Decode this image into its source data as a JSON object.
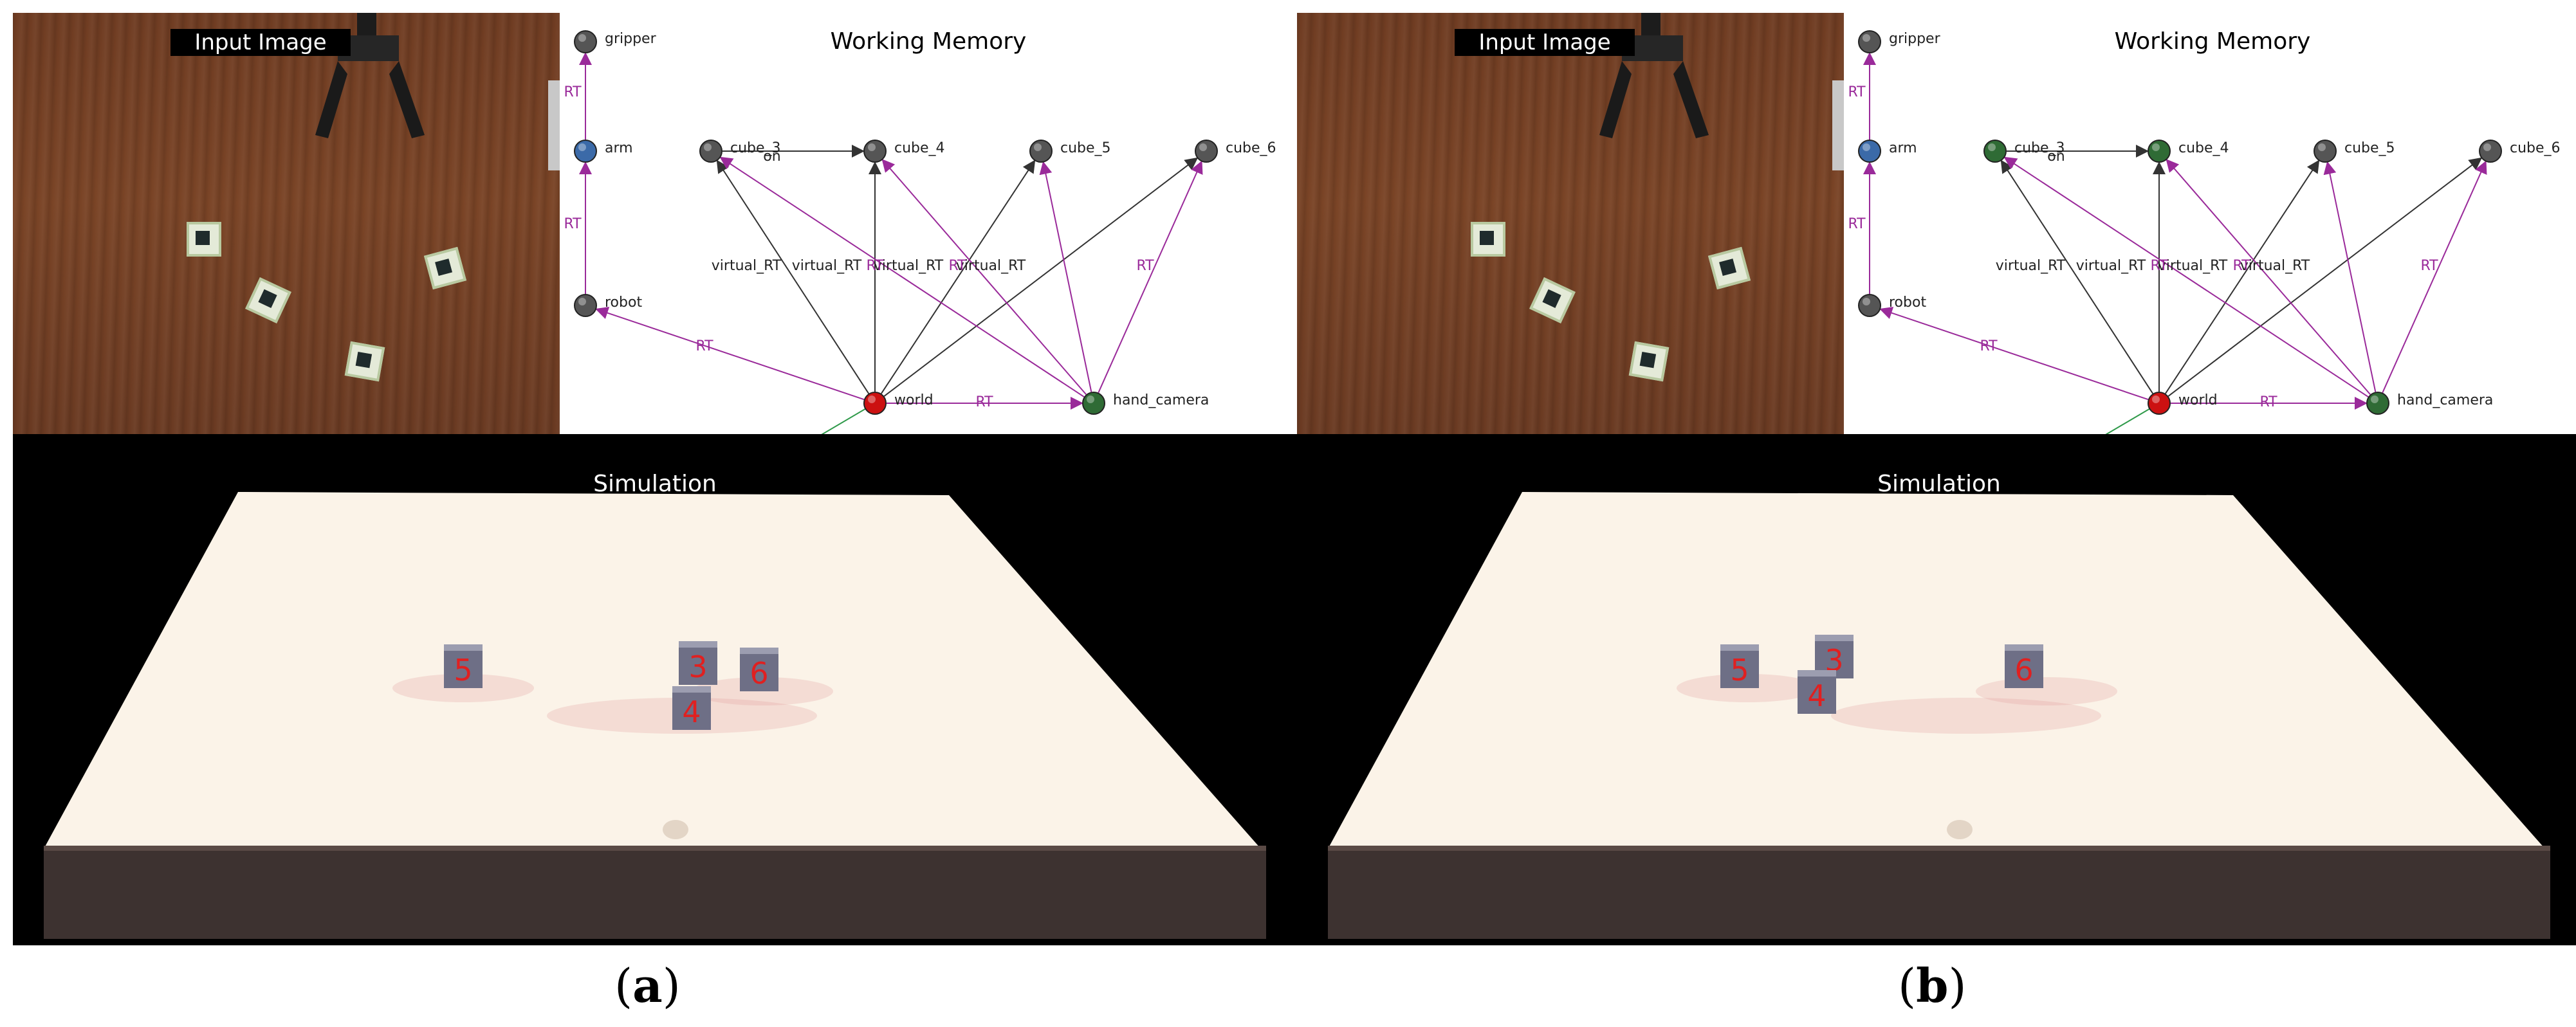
{
  "panels": [
    {
      "id": "a",
      "caption_letter": "a",
      "input_label": "Input Image",
      "memory_title": "Working Memory",
      "simulation_title": "Simulation",
      "nodes": {
        "gripper": {
          "label": "gripper",
          "color": "#555555"
        },
        "arm": {
          "label": "arm",
          "color": "#3b6aa8"
        },
        "robot": {
          "label": "robot",
          "color": "#555555"
        },
        "cube_3": {
          "label": "cube_3",
          "color": "#555555"
        },
        "cube_4": {
          "label": "cube_4",
          "color": "#555555"
        },
        "cube_5": {
          "label": "cube_5",
          "color": "#555555"
        },
        "cube_6": {
          "label": "cube_6",
          "color": "#555555"
        },
        "world": {
          "label": "world",
          "color": "#cc1111"
        },
        "hand_camera": {
          "label": "hand_camera",
          "color": "#2f6b35"
        }
      },
      "edge_labels": {
        "rt": "RT",
        "on": "on",
        "virtual_rt": "virtual_RT"
      },
      "sim_cubes": [
        "5",
        "3",
        "6",
        "4"
      ]
    },
    {
      "id": "b",
      "caption_letter": "b",
      "input_label": "Input Image",
      "memory_title": "Working Memory",
      "simulation_title": "Simulation",
      "nodes": {
        "gripper": {
          "label": "gripper",
          "color": "#555555"
        },
        "arm": {
          "label": "arm",
          "color": "#3b6aa8"
        },
        "robot": {
          "label": "robot",
          "color": "#555555"
        },
        "cube_3": {
          "label": "cube_3",
          "color": "#2f6b35"
        },
        "cube_4": {
          "label": "cube_4",
          "color": "#2f6b35"
        },
        "cube_5": {
          "label": "cube_5",
          "color": "#555555"
        },
        "cube_6": {
          "label": "cube_6",
          "color": "#555555"
        },
        "world": {
          "label": "world",
          "color": "#cc1111"
        },
        "hand_camera": {
          "label": "hand_camera",
          "color": "#2f6b35"
        }
      },
      "edge_labels": {
        "rt": "RT",
        "on": "on",
        "virtual_rt": "virtual_RT"
      },
      "sim_cubes": [
        "5",
        "3",
        "4",
        "6"
      ]
    }
  ],
  "colors": {
    "rt_edge": "#9a2a9a",
    "plain_edge": "#333333",
    "table": "#fbf3e8",
    "cube": "#6e6f86",
    "cube_number": "#e02020"
  }
}
